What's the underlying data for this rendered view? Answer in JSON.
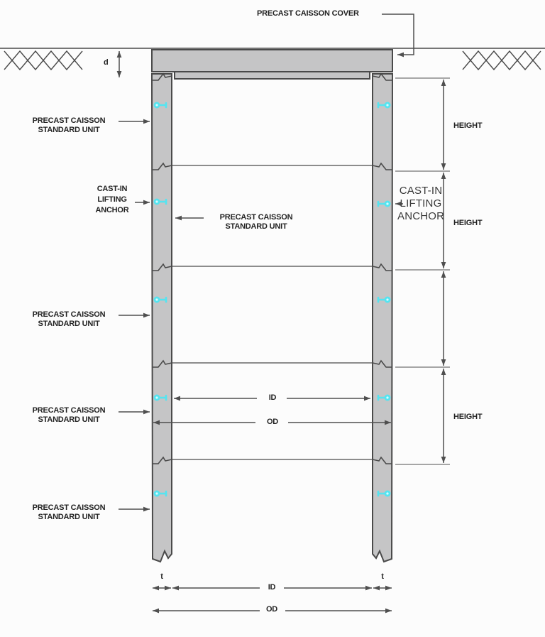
{
  "diagram": {
    "labels": {
      "cover": "PRECAST CAISSON COVER",
      "unit_line1": "PRECAST CAISSON",
      "unit_line2": "STANDARD UNIT",
      "cast_in_line1": "CAST-IN",
      "cast_in_line2": "LIFTING",
      "cast_in_line3": "ANCHOR"
    },
    "dimensions": {
      "cover_depth": "d",
      "height": "HEIGHT",
      "inner_diameter": "ID",
      "outer_diameter": "OD",
      "wall_thickness": "t"
    },
    "colors": {
      "page_bg": "#fcfcfc",
      "wall_fill": "#c5c5c6",
      "outline": "#4a4a4a",
      "dim_line": "#4f4f4f",
      "anchor_cyan": "#55e4f0",
      "text": "#222222"
    }
  }
}
